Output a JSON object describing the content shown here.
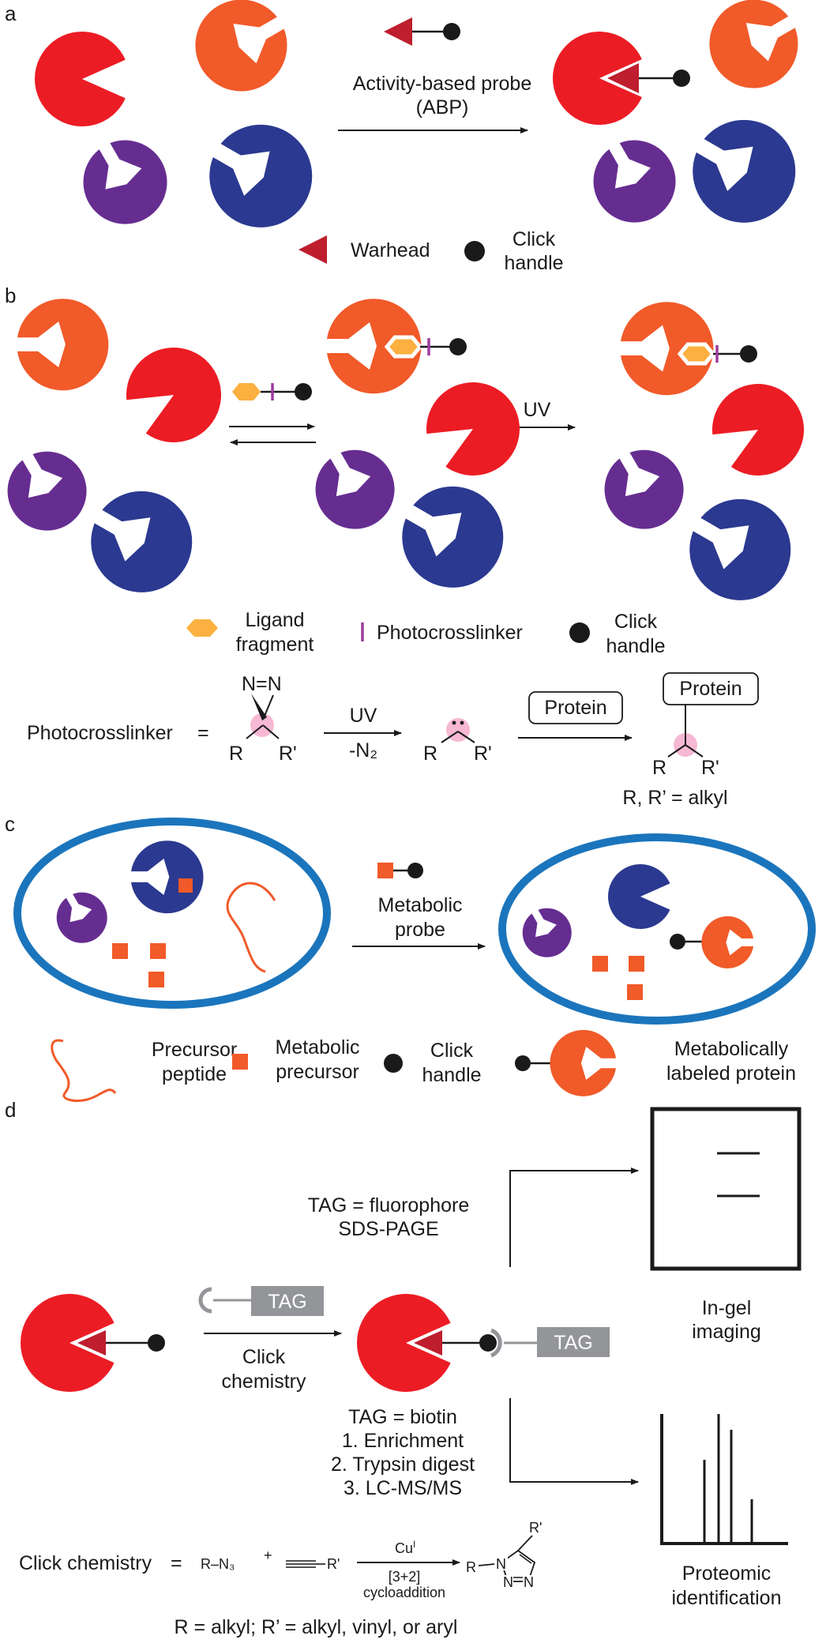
{
  "colors": {
    "red": "#ec1c24",
    "orange": "#f15a29",
    "purple": "#662d91",
    "blue": "#2b3990",
    "warhead": "#be1e2d",
    "ligand": "#fbb040",
    "crosslinker": "#9e3b9e",
    "pink": "#f6b8d3",
    "membrane": "#1b75bc",
    "tag_gray": "#939598",
    "black": "#1a1a1a"
  },
  "panel_a": {
    "letter": "a",
    "arrow_top": "Activity-based probe",
    "arrow_bottom": "(ABP)",
    "legend_warhead": "Warhead",
    "legend_click_1": "Click",
    "legend_click_2": "handle"
  },
  "panel_b": {
    "letter": "b",
    "uv": "UV",
    "legend_ligand_1": "Ligand",
    "legend_ligand_2": "fragment",
    "legend_pcl": "Photocrosslinker",
    "legend_click_1": "Click",
    "legend_click_2": "handle",
    "pcl_label": "Photocrosslinker",
    "equals": "=",
    "nn": "N=N",
    "r": "R",
    "rp": "R'",
    "uv2": "UV",
    "minus_n2": "-N₂",
    "protein": "Protein",
    "footnote": "R, R’ = alkyl"
  },
  "panel_c": {
    "letter": "c",
    "arrow_top_1": "Metabolic",
    "arrow_top_2": "probe",
    "legend_peptide_1": "Precursor",
    "legend_peptide_2": "peptide",
    "legend_precursor_1": "Metabolic",
    "legend_precursor_2": "precursor",
    "legend_click_1": "Click",
    "legend_click_2": "handle",
    "legend_labeled_1": "Metabolically",
    "legend_labeled_2": "labeled protein"
  },
  "panel_d": {
    "letter": "d",
    "tag": "TAG",
    "click_1": "Click",
    "click_2": "chemistry",
    "fluor_1": "TAG = fluorophore",
    "fluor_2": "SDS-PAGE",
    "biotin_1": "TAG = biotin",
    "biotin_2": "1. Enrichment",
    "biotin_3": "2. Trypsin digest",
    "biotin_4": "3. LC-MS/MS",
    "ingel_1": "In-gel",
    "ingel_2": "imaging",
    "prot_1": "Proteomic",
    "prot_2": "identification",
    "cc_label": "Click chemistry",
    "equals": "=",
    "azide": "R–N₃",
    "plus": "+",
    "alkyne_r": "R'",
    "cu": "Cu",
    "cu_sup": "I",
    "cyclo_1": "[3+2]",
    "cyclo_2": "cycloaddition",
    "tri_r": "R",
    "tri_rp": "R'",
    "tri_n1": "N",
    "tri_n2": "N",
    "tri_n3": "N",
    "footnote": "R = alkyl; R’ = alkyl, vinyl, or aryl"
  }
}
